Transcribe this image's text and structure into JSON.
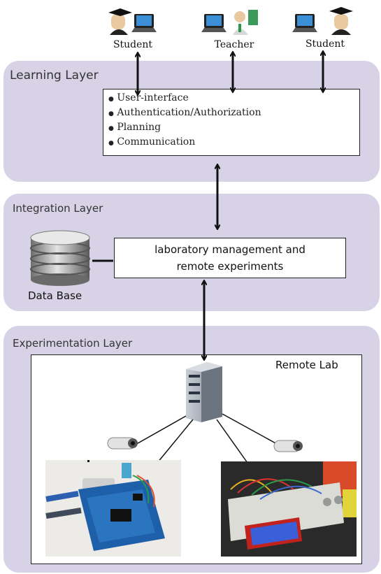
{
  "users": [
    {
      "label": "Student",
      "icon": "graduate-laptop-icon"
    },
    {
      "label": "Teacher",
      "icon": "teacher-laptop-icon"
    },
    {
      "label": "Student",
      "icon": "graduate-laptop-icon"
    }
  ],
  "learning": {
    "title": "Learning Layer",
    "items": [
      "User-interface",
      "Authentication/Authorization",
      "Planning",
      "Communication"
    ]
  },
  "integration": {
    "title": "Integration Layer",
    "box_line1": "laboratory management and",
    "box_line2": "remote experiments",
    "db_label": "Data Base"
  },
  "experimentation": {
    "title": "Experimentation Layer",
    "lab_label": "Remote Lab"
  },
  "colors": {
    "layer_fill": "#d8d2e6",
    "arrow": "#111111"
  }
}
